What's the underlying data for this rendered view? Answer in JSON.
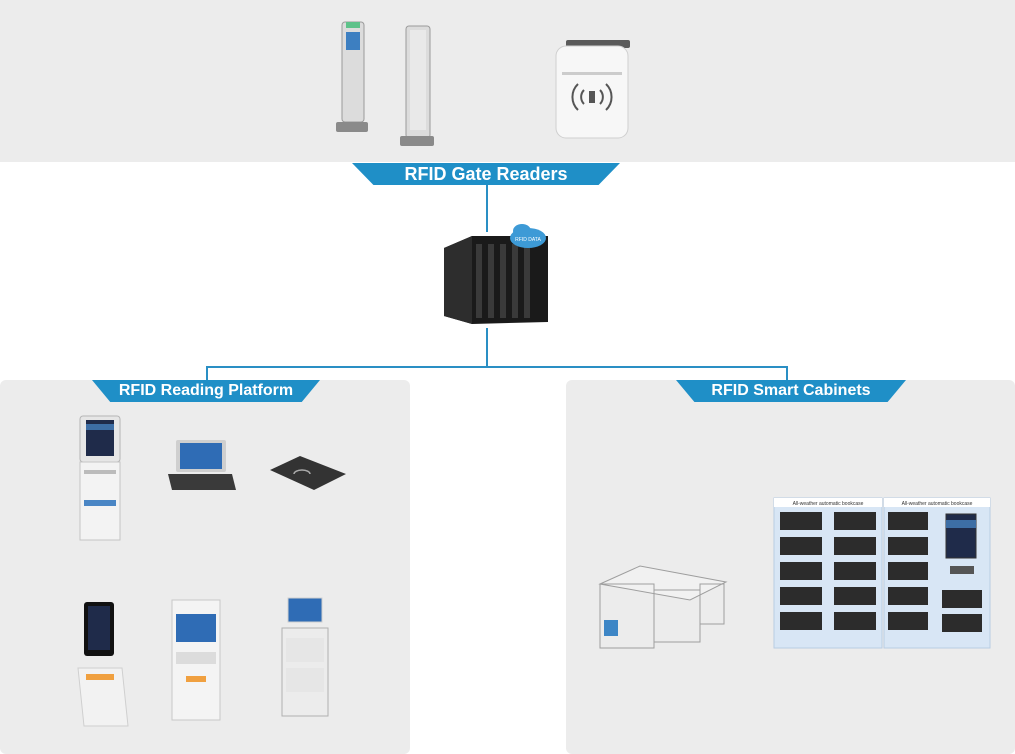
{
  "top": {
    "title": "RFID Gate Readers"
  },
  "left": {
    "title": "RFID Reading Platform"
  },
  "right": {
    "title": "RFID Smart Cabinets"
  },
  "server": {
    "badge_label": "RFID DATA"
  },
  "cabinet": {
    "header_label": "All-weather automatic bookcase"
  },
  "colors": {
    "accent": "#1f8fc7",
    "panel": "#ececec",
    "connector": "#2a8fc4"
  }
}
